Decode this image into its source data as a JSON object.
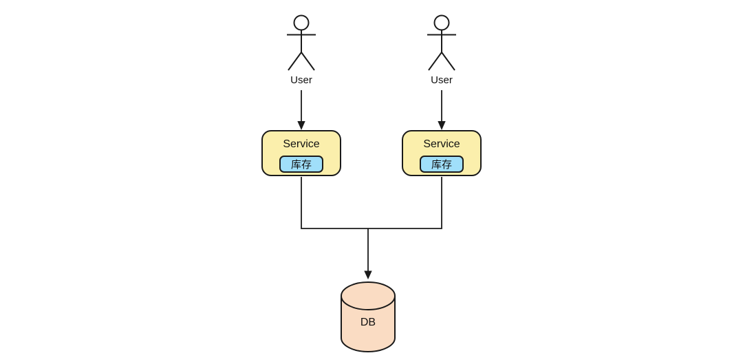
{
  "diagram": {
    "colors": {
      "stroke": "#1a1a1a",
      "service_fill": "#fbefac",
      "inventory_fill": "#a0dffa",
      "db_fill": "#fadcc3",
      "background": "#ffffff"
    },
    "actors": [
      {
        "label": "User"
      },
      {
        "label": "User"
      }
    ],
    "services": [
      {
        "label": "Service",
        "module": "库存"
      },
      {
        "label": "Service",
        "module": "库存"
      }
    ],
    "database": {
      "label": "DB"
    }
  }
}
